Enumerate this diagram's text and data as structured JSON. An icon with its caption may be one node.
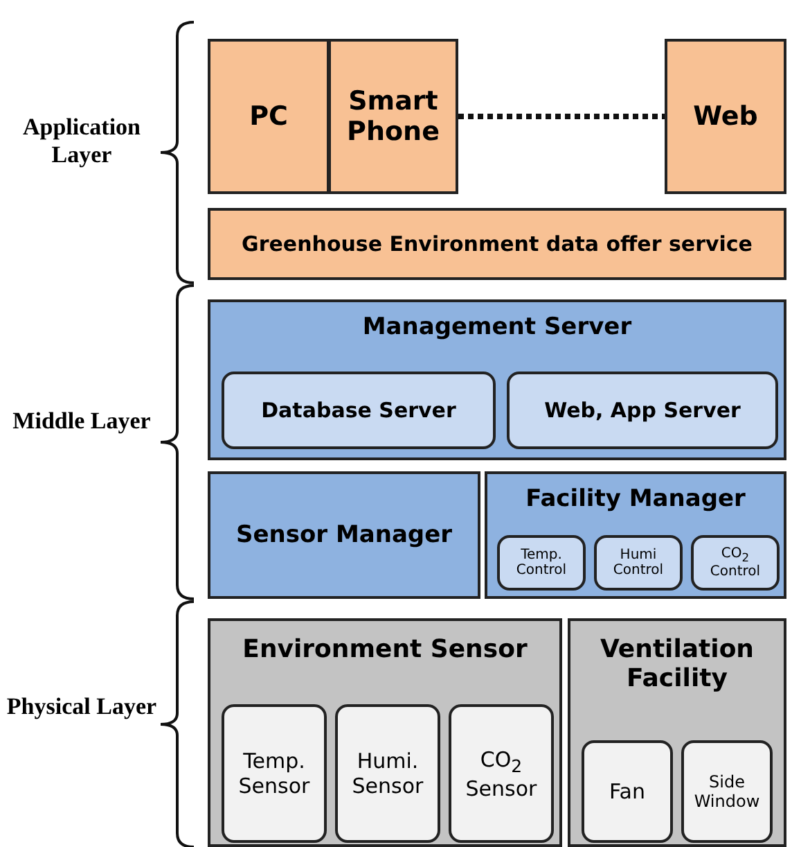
{
  "diagram": {
    "nodes": [
      {
        "text": [
          "PC"
        ]
      },
      {
        "text": [
          "Smart Phone"
        ]
      },
      {
        "text": [
          "Web"
        ]
      },
      {
        "text": [
          "Greenhouse Environment data offer service"
        ]
      },
      {
        "text": [
          "Management Server"
        ]
      },
      {
        "text": [
          "Database Server"
        ],
        "in": 4
      },
      {
        "text": [
          "Web, App Server"
        ],
        "in": 4
      },
      {
        "text": [
          "Sensor Manager"
        ]
      },
      {
        "text": [
          "Facility Manager"
        ]
      },
      {
        "text": [
          "Temp. Control"
        ],
        "in": 8
      },
      {
        "text": [
          "Humi Control"
        ],
        "in": 8
      },
      {
        "text": [
          "CO$_{2}$ Control"
        ],
        "in": 8
      },
      {
        "text": [
          "Environment Sensor"
        ]
      },
      {
        "text": [
          "Temp. Sensor"
        ],
        "in": 12
      },
      {
        "text": [
          "Humi. Sensor"
        ],
        "in": 12
      },
      {
        "text": [
          "CO$_{2}$ Sensor"
        ],
        "in": 12
      },
      {
        "text": [
          "Ventilation Facility"
        ]
      },
      {
        "text": [
          "Fan"
        ],
        "in": 16
      },
      {
        "text": [
          "Side Window"
        ],
        "in": 16
      }
    ],
    "edges": [
      {
        "from": 1,
        "to": 2,
        "arrow": "none",
        "style": "dashed"
      }
    ],
    "labels": [
      "Application Layer",
      "Middle Layer",
      "Physical Layer"
    ]
  }
}
